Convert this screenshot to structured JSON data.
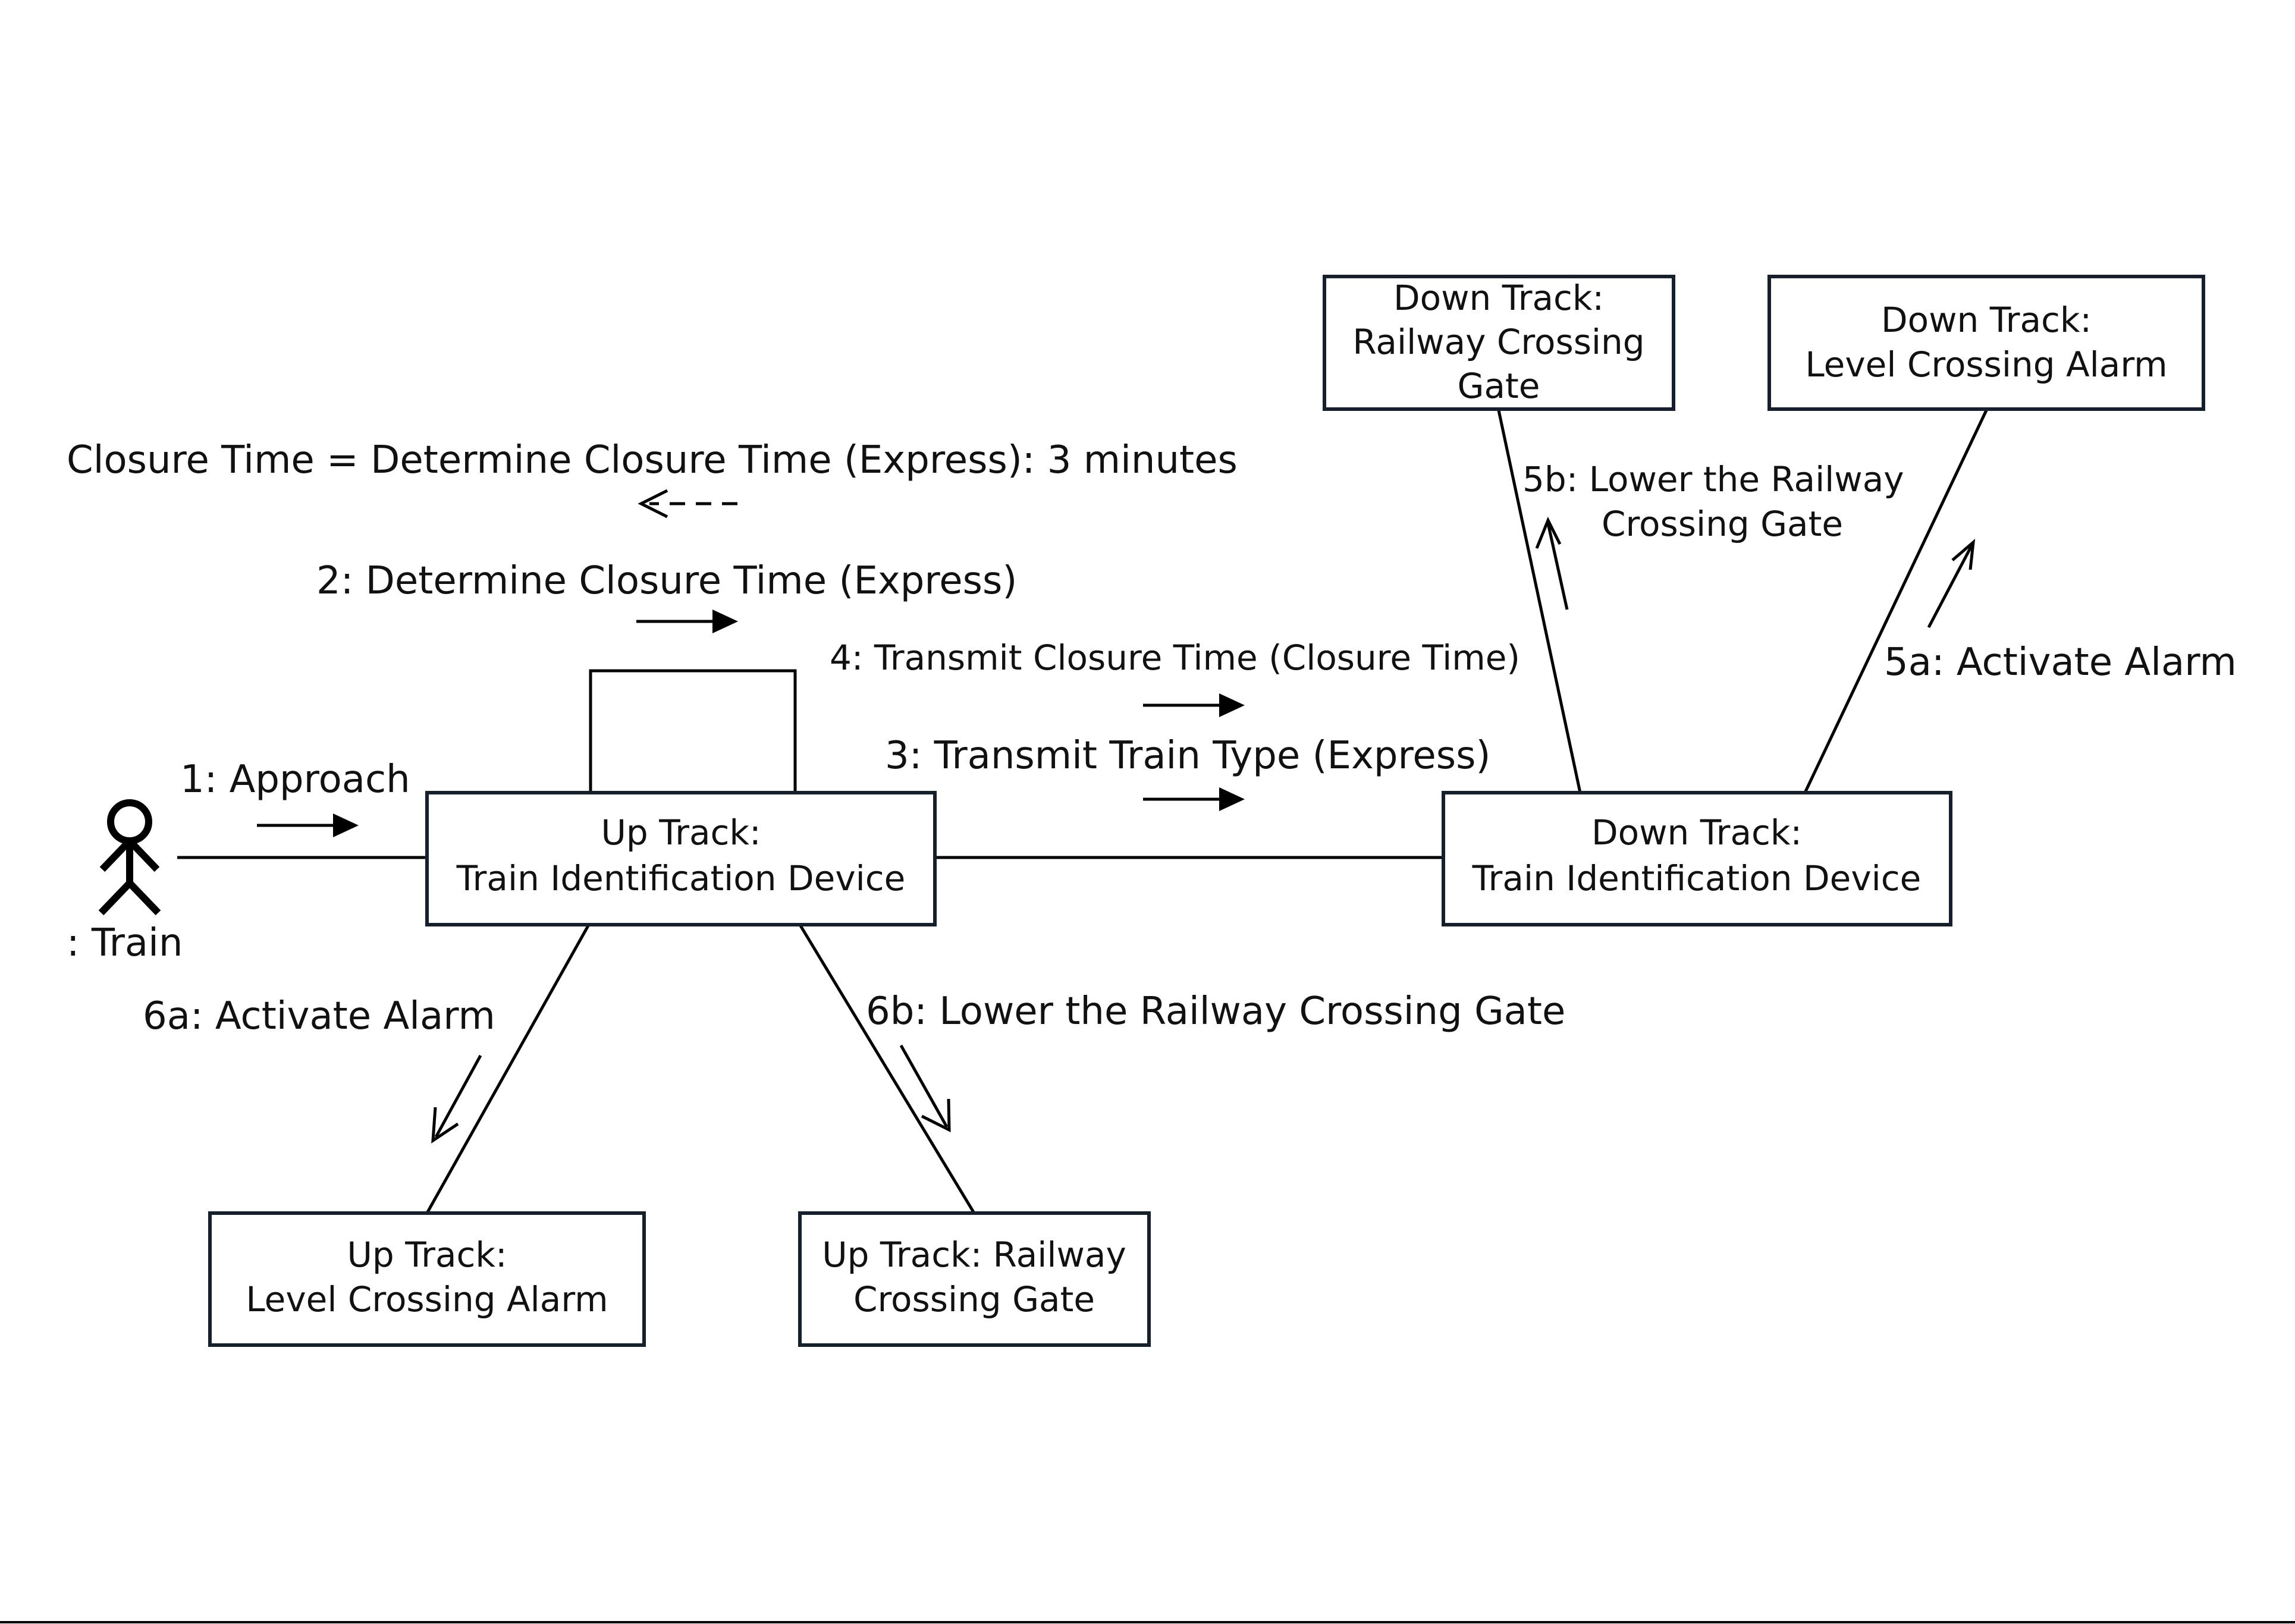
{
  "diagram": {
    "actor": {
      "label": ": Train"
    },
    "objects": {
      "up_tid": {
        "lines": [
          "Up Track:",
          "Train Identification Device"
        ]
      },
      "down_tid": {
        "lines": [
          "Down Track:",
          "Train Identification Device"
        ]
      },
      "down_gate": {
        "lines": [
          "Down Track:",
          "Railway Crossing",
          "Gate"
        ]
      },
      "down_alarm": {
        "lines": [
          "Down Track:",
          "Level Crossing Alarm"
        ]
      },
      "up_alarm": {
        "lines": [
          "Up Track:",
          "Level Crossing Alarm"
        ]
      },
      "up_gate": {
        "lines": [
          "Up Track: Railway",
          "Crossing Gate"
        ]
      }
    },
    "messages": {
      "m1": "1: Approach",
      "m2": "2: Determine Closure Time (Express)",
      "m2_return": "Closure Time = Determine Closure Time (Express): 3 minutes",
      "m3": "3: Transmit Train Type (Express)",
      "m4": "4: Transmit Closure Time (Closure Time)",
      "m5a": "5a: Activate Alarm",
      "m5b": [
        "5b: Lower the Railway",
        "Crossing Gate"
      ],
      "m6a": "6a: Activate Alarm",
      "m6b": "6b: Lower the Railway Crossing Gate"
    }
  }
}
